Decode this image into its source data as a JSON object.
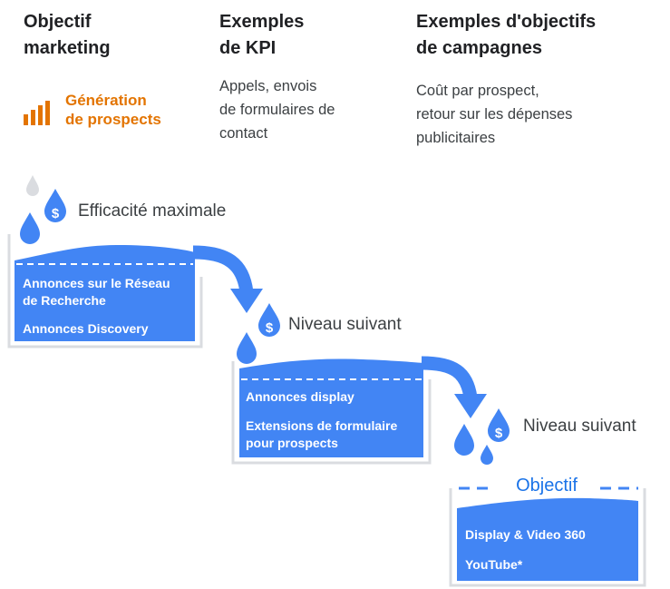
{
  "headers": {
    "objective": "Objectif\nmarketing",
    "kpi": "Exemples\nde KPI",
    "campaign": "Exemples d'objectifs\nde campagnes"
  },
  "objective_value": "Génération\nde prospects",
  "kpi_text": "Appels, envois\nde formulaires de\ncontact",
  "campaign_text": "Coût par prospect,\nretour sur les dépenses\npublicitaires",
  "levels": {
    "max": "Efficacité maximale",
    "next1": "Niveau suivant",
    "next2": "Niveau suivant"
  },
  "tanks": {
    "t1": [
      "Annonces sur le Réseau\nde Recherche",
      "Annonces Discovery"
    ],
    "t2": [
      "Annonces display",
      "Extensions de formulaire\npour prospects"
    ],
    "t3": [
      "Display & Video 360",
      "YouTube*"
    ]
  },
  "goal_label": "Objectif",
  "colors": {
    "blue": "#4285f4",
    "orange": "#e37400",
    "grey": "#dadce0"
  },
  "icons": [
    "bar-chart-icon",
    "water-drop-icon",
    "dollar-drop-icon",
    "arrow-icon"
  ]
}
